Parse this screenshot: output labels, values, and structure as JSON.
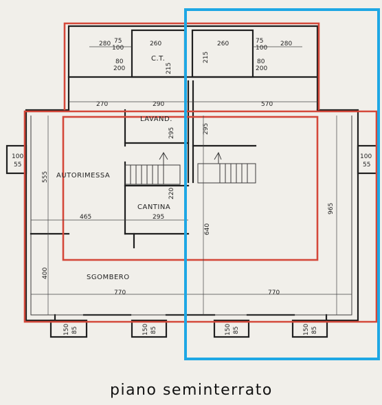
{
  "caption": "piano seminterrato",
  "rooms": {
    "ct": "C.T.",
    "lavand": "LAVAND.",
    "autorimessa": "AUTORIMESSA",
    "cantina": "CANTINA",
    "sgombero": "SGOMBERO"
  },
  "dims": {
    "d280_l": "280",
    "d75_l": "75",
    "d100_l": "100",
    "d260_l": "260",
    "d80_l": "80",
    "d200_l": "200",
    "d215_l": "215",
    "d215_r": "215",
    "d260_r": "260",
    "d75_r": "75",
    "d100_r": "100",
    "d280_r": "280",
    "d80_r": "80",
    "d200_r": "200",
    "d270": "270",
    "d290": "290",
    "d570": "570",
    "d295_lav": "295",
    "d295_mid": "295",
    "win_l_100": "100",
    "win_l_55": "55",
    "win_r_100": "100",
    "win_r_55": "55",
    "d555": "555",
    "d220": "220",
    "d465": "465",
    "d295_cant": "295",
    "d640": "640",
    "d965": "965",
    "d400": "400",
    "d770_l": "770",
    "d770_r": "770",
    "b1_150": "150",
    "b1_85": "85",
    "b2_150": "150",
    "b2_85": "85",
    "b3_150": "150",
    "b3_85": "85",
    "b4_150": "150",
    "b4_85": "85"
  },
  "colors": {
    "walls": "#1f1f1f",
    "outline": "#d4483a",
    "selection": "#1ea7e4",
    "paper": "#f1efea"
  }
}
